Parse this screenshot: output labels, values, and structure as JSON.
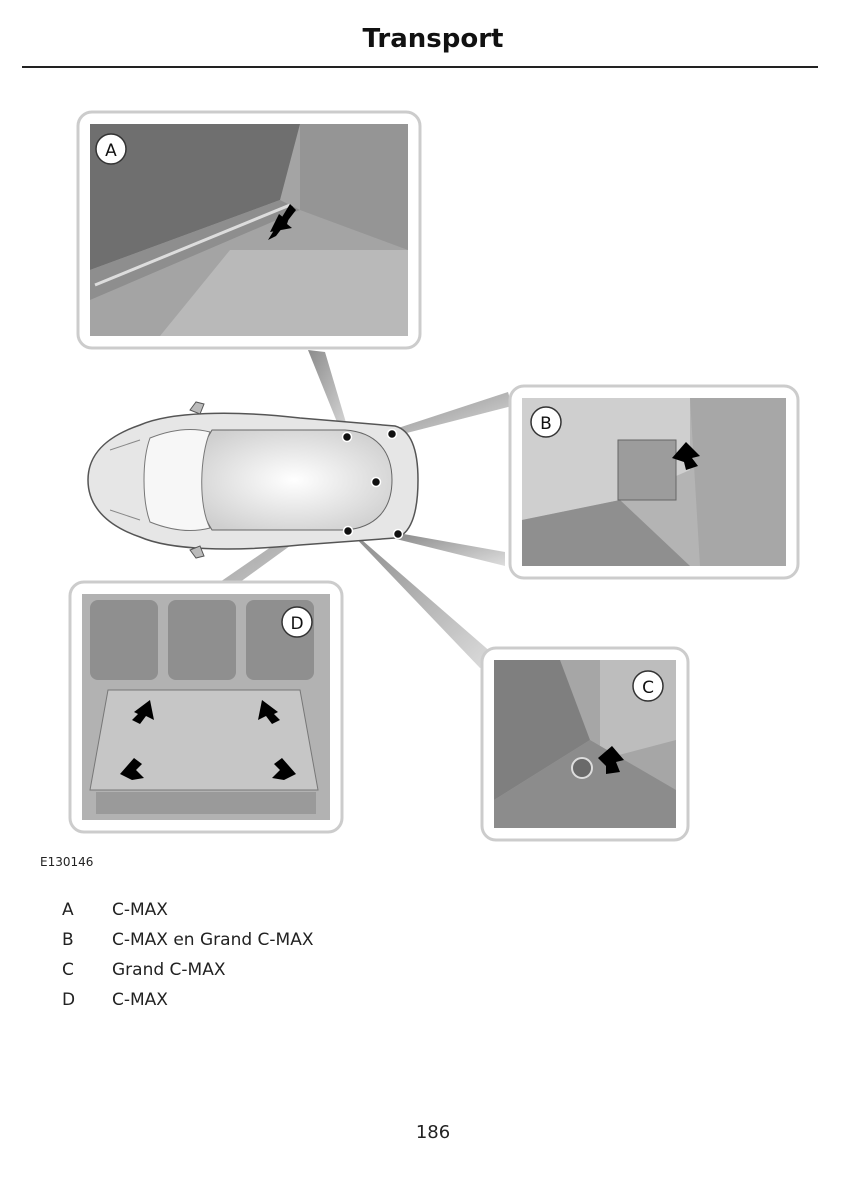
{
  "header": {
    "title": "Transport"
  },
  "figure": {
    "image_ref": "E130146",
    "callouts": [
      "A",
      "B",
      "C",
      "D"
    ]
  },
  "legend": [
    {
      "letter": "A",
      "text": "C-MAX"
    },
    {
      "letter": "B",
      "text": "C-MAX en Grand C-MAX"
    },
    {
      "letter": "C",
      "text": "Grand C-MAX"
    },
    {
      "letter": "D",
      "text": "C-MAX"
    }
  ],
  "footer": {
    "page_number": "186"
  }
}
